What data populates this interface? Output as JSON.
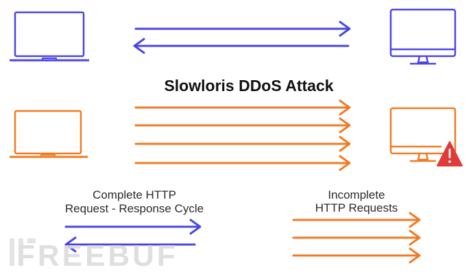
{
  "title": "Slowloris DDoS Attack",
  "legend": {
    "complete": {
      "line1": "Complete HTTP",
      "line2": "Request - Response Cycle"
    },
    "incomplete": {
      "line1": "Incomplete",
      "line2": "HTTP Requests"
    }
  },
  "watermark": "FREEBUF",
  "colors": {
    "blue": "#4a45e6",
    "orange": "#f27a22",
    "alert": "#e13a3a",
    "text": "#111111"
  },
  "icons": {
    "normal_client": "laptop-icon",
    "normal_server": "desktop-monitor-icon",
    "attacker_client": "laptop-icon",
    "victim_server": "desktop-monitor-icon",
    "warning": "warning-triangle-icon"
  }
}
